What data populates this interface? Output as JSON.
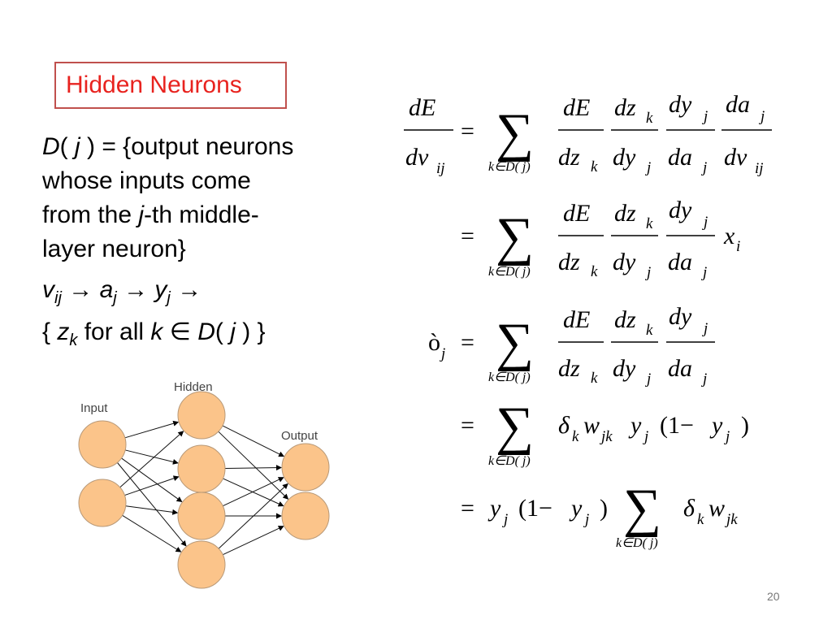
{
  "slide": {
    "title": "Hidden Neurons",
    "definition": {
      "D": "D",
      "j": "j",
      "eq_text": " ) = {output neurons",
      "line2": "whose inputs come",
      "line3_pre": "from the ",
      "line3_j": "j",
      "line3_post": "-th middle-",
      "line4": "layer neuron}"
    },
    "chain": {
      "v": "v",
      "v_sub": "ij",
      "arrow": "→",
      "a": "a",
      "a_sub": "j",
      "y": "y",
      "y_sub": "j",
      "line2_pre": "{ ",
      "z": "z",
      "z_sub": "k",
      "for_all": " for all ",
      "k": "k",
      "elem": " ∈ ",
      "D": "D",
      "paren_open": "( ",
      "j": "j",
      "paren_close": " ) }"
    },
    "network": {
      "labels": {
        "input": "Input",
        "hidden": "Hidden",
        "output": "Output"
      },
      "layers": [
        2,
        4,
        2
      ],
      "node_color": "#fbc48a",
      "node_stroke": "#b89978"
    },
    "equations": {
      "sum": "∑",
      "sum_index": "k∈D( j)",
      "dE": "dE",
      "dv_ij": "dv",
      "ij": "ij",
      "dz_k": "dz",
      "dy_j": "dy",
      "da_j": "da",
      "k": "k",
      "j": "j",
      "i": "i",
      "x": "x",
      "eq": "=",
      "delta_j": "ò",
      "term4": "δ",
      "w": "w",
      "jk": "jk",
      "y": "y",
      "one_minus_open": "(1−",
      "close_paren": ")"
    },
    "page_number": "20"
  }
}
